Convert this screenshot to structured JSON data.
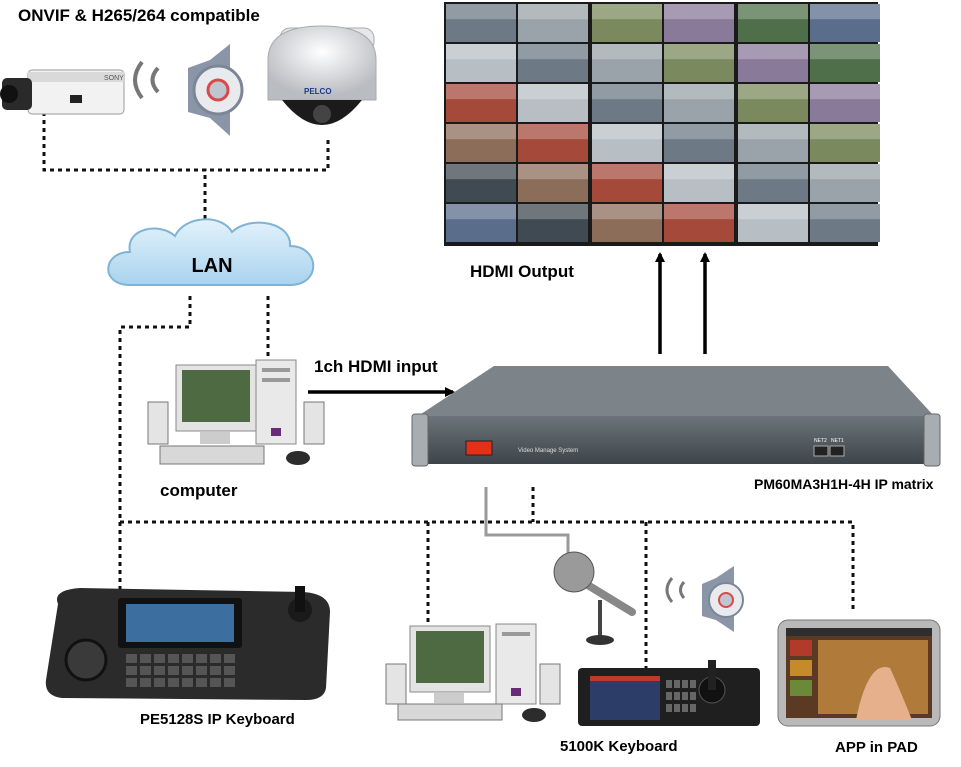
{
  "labels": {
    "title": "ONVIF & H265/264 compatible",
    "lan": "LAN",
    "hdmi_output": "HDMI Output",
    "hdmi_input": "1ch HDMI input",
    "computer": "computer",
    "matrix": "PM60MA3H1H-4H IP matrix",
    "pe_keyboard": "PE5128S IP Keyboard",
    "keyboard_5100": "5100K Keyboard",
    "app_pad": "APP in PAD"
  },
  "device_text": {
    "camera_brand": "SONY",
    "dome_brand": "PELCO",
    "panel_text": "Video Manage System",
    "net2": "NET2",
    "net1": "NET1"
  },
  "colors": {
    "link_dotted": "#111111",
    "link_gray": "#9a9a9a",
    "lan_cloud": "#c9e4f5",
    "matrix_body": "#4a5258",
    "power_switch": "#e53018"
  }
}
